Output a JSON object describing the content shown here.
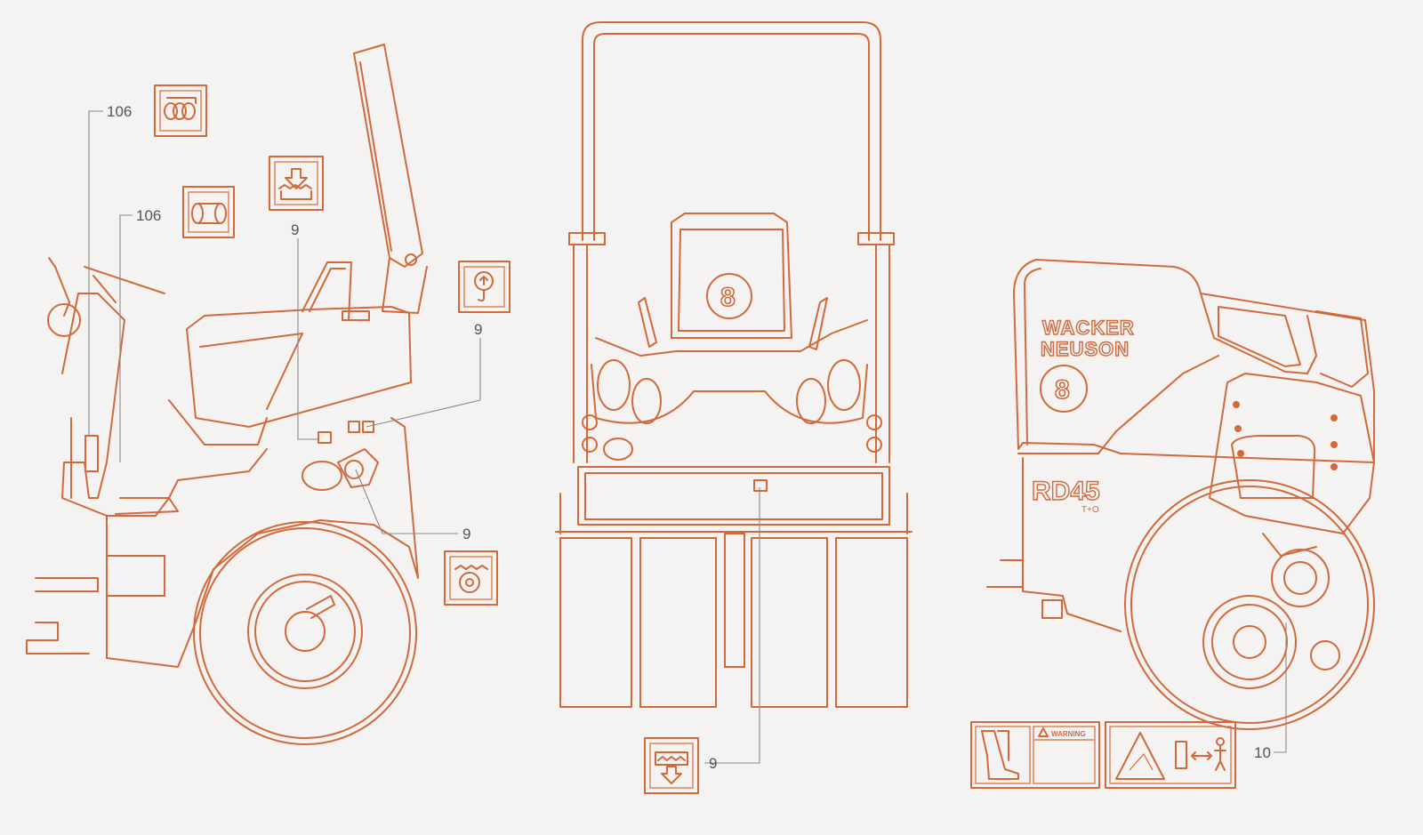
{
  "callouts": {
    "c106_upper": "106",
    "c106_lower": "106",
    "c9_seat": "9",
    "c9_hook": "9",
    "c9_fuel": "9",
    "c9_front": "9",
    "c10": "10"
  },
  "branding": {
    "brand_line1": "WACKER",
    "brand_line2": "NEUSON",
    "model": "RD45",
    "model_sub": "T+O",
    "seat_number": "8"
  },
  "decals": {
    "warning_label": "WARNING",
    "icons": [
      "hydraulic-filter-icon",
      "roller-drum-icon",
      "fill-hydraulic-icon",
      "lift-point-icon",
      "fuel-tank-icon",
      "water-drain-icon",
      "crush-warning-icon",
      "keep-distance-icon"
    ]
  },
  "colors": {
    "line": "#d2693b",
    "leader": "#8a8a8a",
    "text": "#555555",
    "background": "#f4f3f2"
  }
}
